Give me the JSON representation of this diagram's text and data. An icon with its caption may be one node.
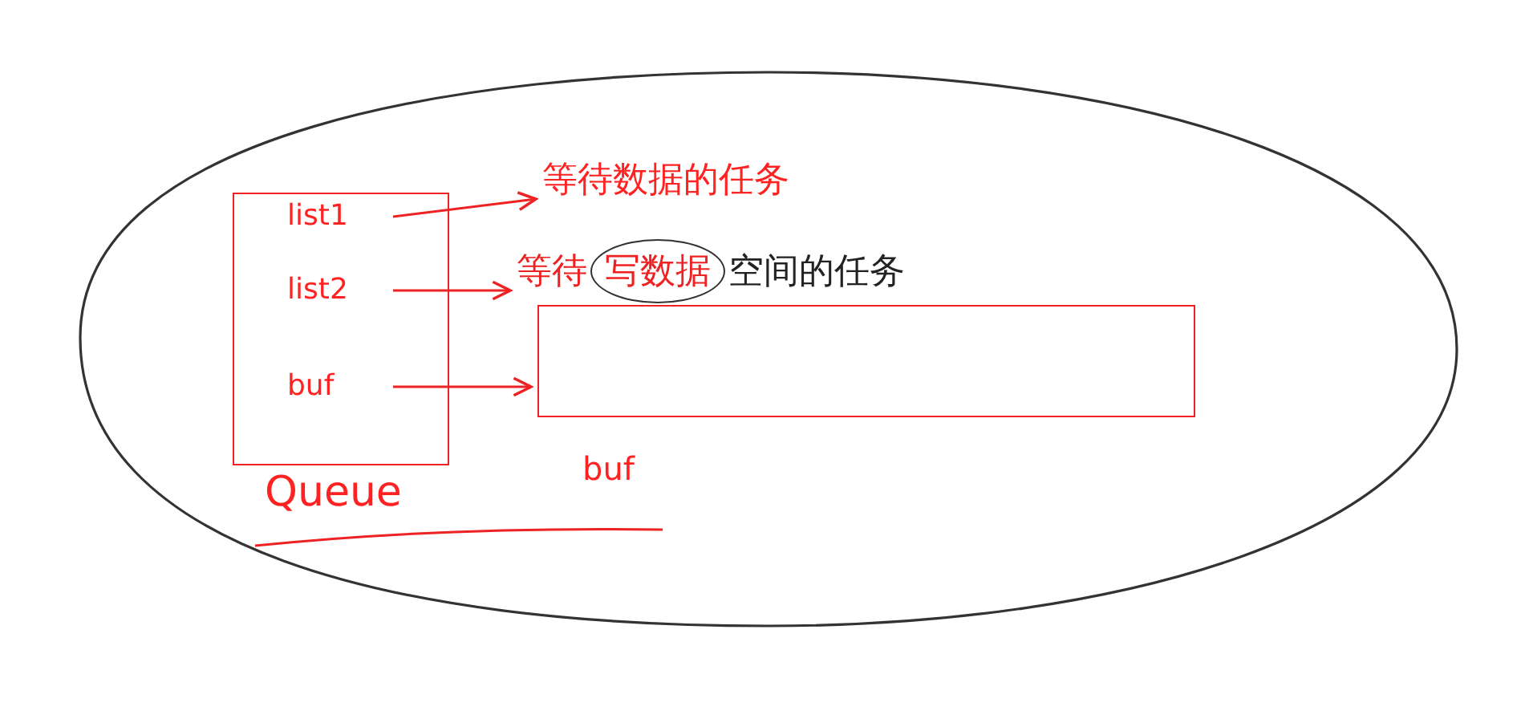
{
  "diagram": {
    "nodes": [
      {
        "text": [
          "Queue"
        ]
      },
      {
        "text": [],
        "shape": "box",
        "in": 0
      },
      {
        "text": [
          "list1"
        ],
        "in": 1
      },
      {
        "text": [
          "list2"
        ],
        "in": 1
      },
      {
        "text": [
          "buf"
        ],
        "in": 1
      },
      {
        "text": [
          "等待数据的任务"
        ],
        "in": 0
      },
      {
        "text": [
          "等待",
          "写数据",
          "空间的任务"
        ],
        "in": 0
      },
      {
        "text": [],
        "shape": "box",
        "in": 0,
        "beside": [
          "buf"
        ]
      }
    ],
    "edges": [
      {
        "from": 2,
        "to": 5,
        "arrow": "to"
      },
      {
        "from": 3,
        "to": 6,
        "arrow": "to"
      },
      {
        "from": 4,
        "to": 7,
        "arrow": "to"
      }
    ]
  }
}
